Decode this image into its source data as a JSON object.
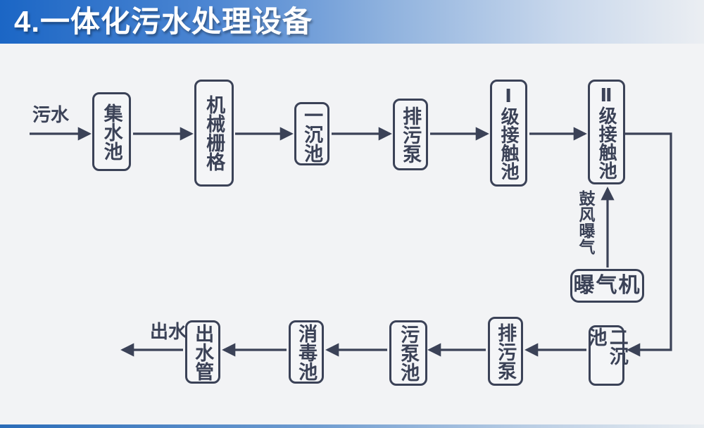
{
  "title": "4.一体化污水处理设备",
  "colors": {
    "accent_blue": "#1b66c5",
    "line_dark": "#3b4257",
    "background": "#f2f3f5"
  },
  "flow": {
    "inflow_label": "污水",
    "outflow_label": "出水",
    "aeration_label": "鼓风曝气",
    "boxes": [
      {
        "id": "collection-tank",
        "label": "集水池"
      },
      {
        "id": "mechanical-grid",
        "label": "机械栅格"
      },
      {
        "id": "primary-sedimentation-tank",
        "label": "一沉池"
      },
      {
        "id": "sewage-pump-top",
        "label": "排污泵"
      },
      {
        "id": "level1-contact-tank",
        "label": "Ⅰ级接触池"
      },
      {
        "id": "level2-contact-tank",
        "label": "Ⅱ级接触池"
      },
      {
        "id": "aerator",
        "label": "曝气机"
      },
      {
        "id": "secondary-sedimentation-tank",
        "label": "二沉池"
      },
      {
        "id": "sewage-pump-bottom",
        "label": "排污泵"
      },
      {
        "id": "sludge-pump-tank",
        "label": "污泵池"
      },
      {
        "id": "disinfection-tank",
        "label": "消毒池"
      },
      {
        "id": "outlet-pipe",
        "label": "出水管"
      }
    ],
    "edges": [
      {
        "from": "污水",
        "to": "集水池"
      },
      {
        "from": "集水池",
        "to": "机械栅格"
      },
      {
        "from": "机械栅格",
        "to": "一沉池"
      },
      {
        "from": "一沉池",
        "to": "排污泵"
      },
      {
        "from": "排污泵",
        "to": "Ⅰ级接触池"
      },
      {
        "from": "Ⅰ级接触池",
        "to": "Ⅱ级接触池"
      },
      {
        "from": "Ⅱ级接触池",
        "to": "二沉池"
      },
      {
        "from": "曝气机",
        "to": "Ⅱ级接触池",
        "label": "鼓风曝气"
      },
      {
        "from": "二沉池",
        "to": "排污泵"
      },
      {
        "from": "排污泵",
        "to": "污泵池"
      },
      {
        "from": "污泵池",
        "to": "消毒池"
      },
      {
        "from": "消毒池",
        "to": "出水管"
      },
      {
        "from": "出水管",
        "to": "出水"
      }
    ]
  }
}
